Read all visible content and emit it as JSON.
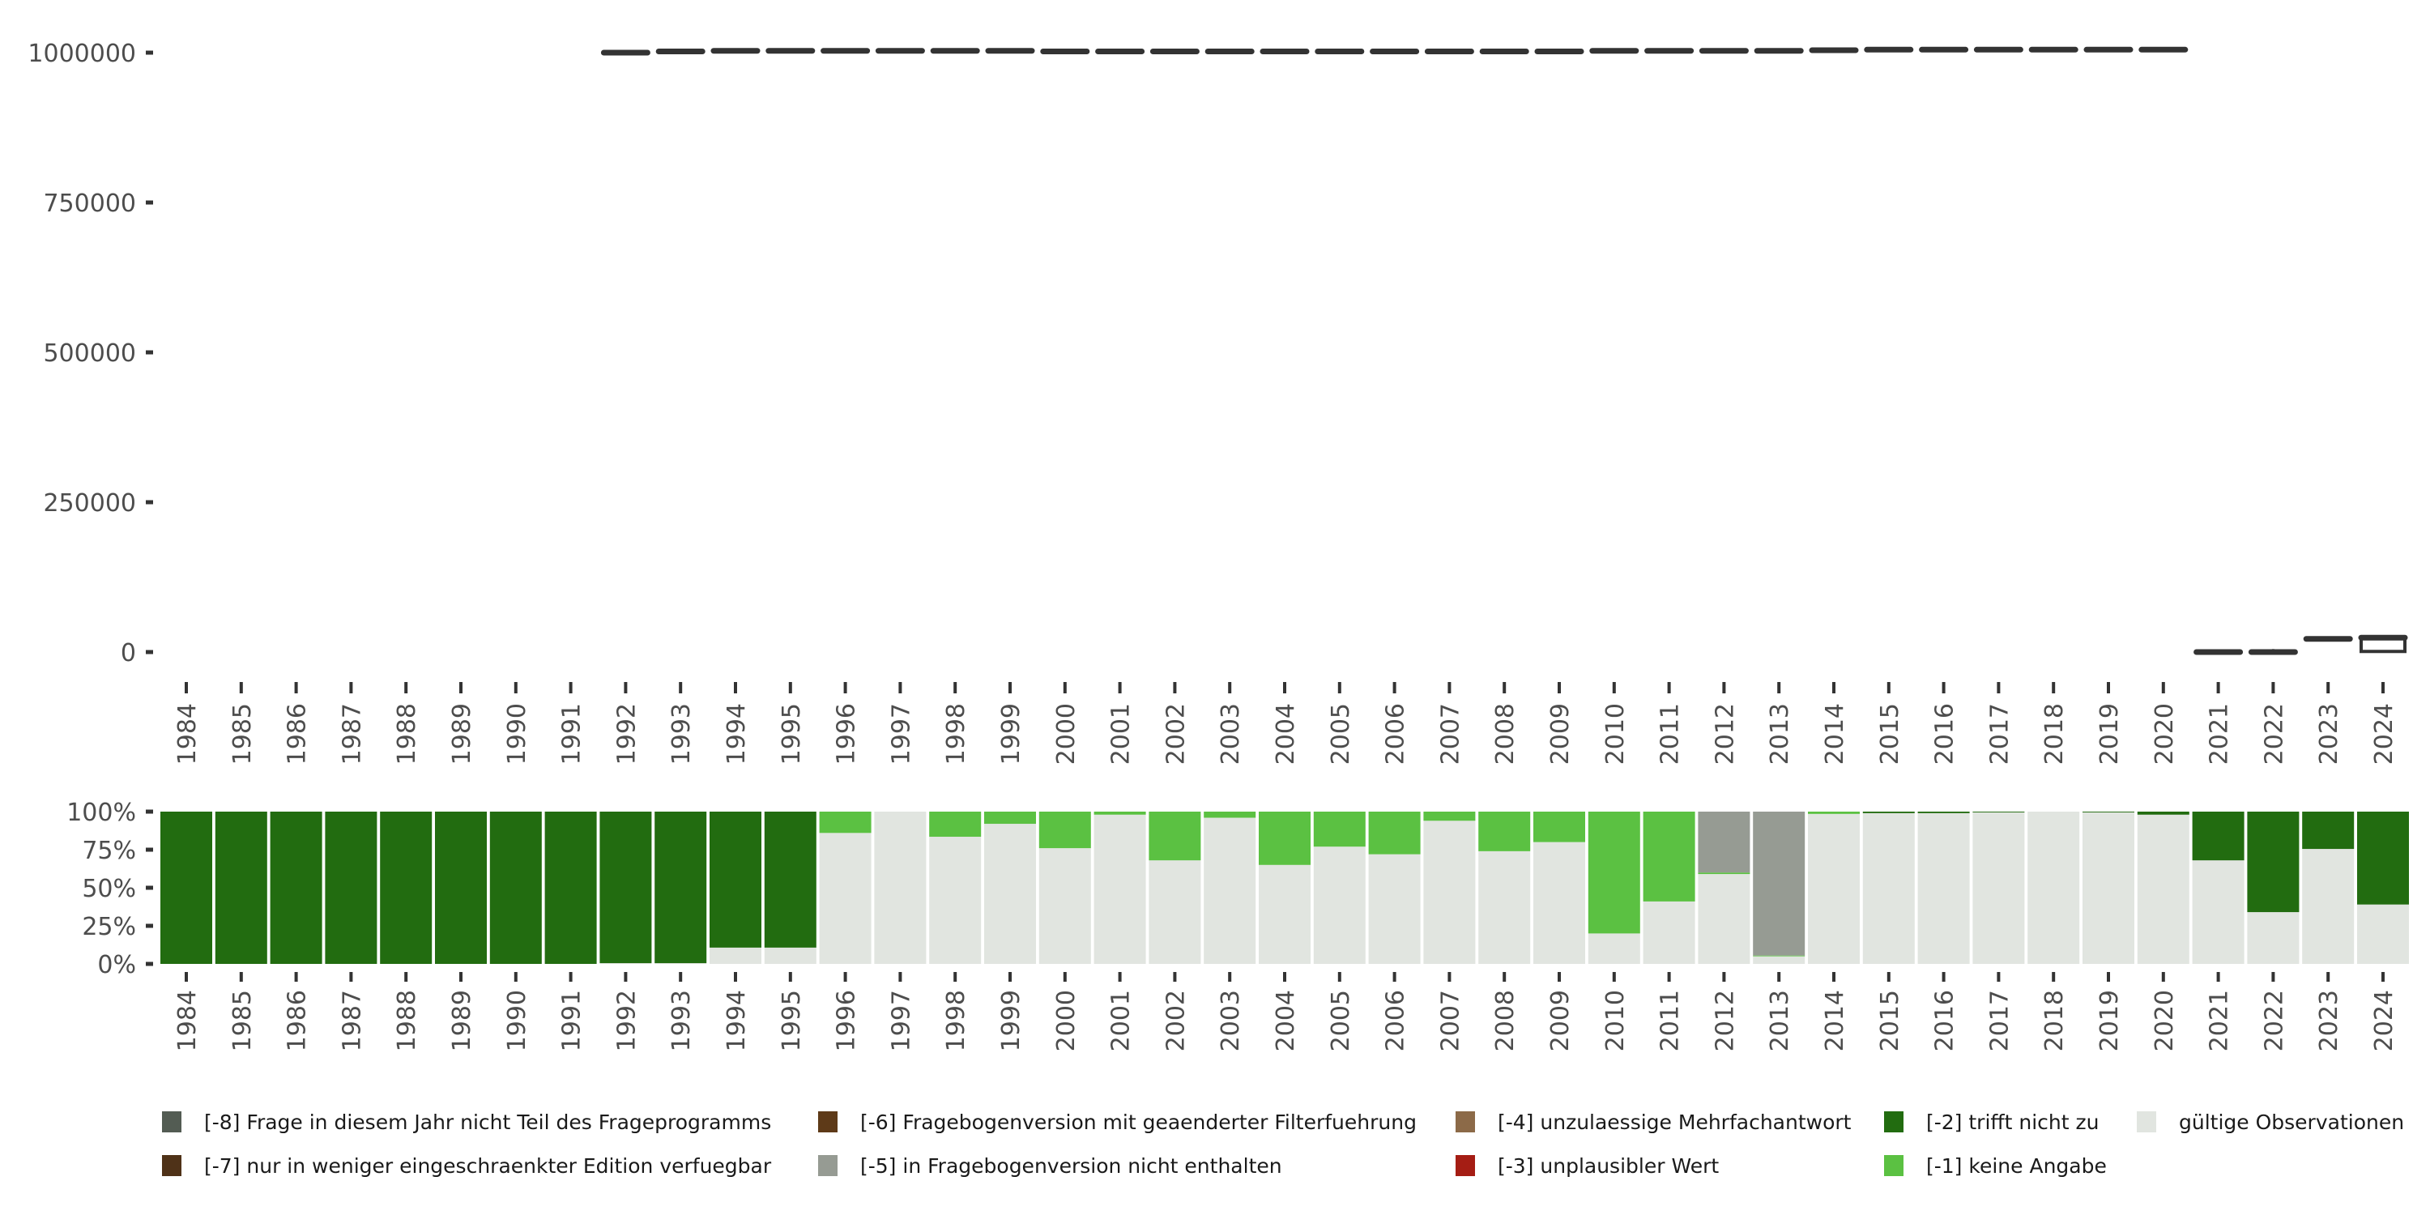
{
  "chart_data": [
    {
      "type": "boxplot",
      "title": "",
      "xlabel": "",
      "ylabel": "",
      "ylim": [
        0,
        1000000
      ],
      "y_ticks": [
        "0",
        "250000",
        "500000",
        "750000",
        "1000000"
      ],
      "y_tick_values": [
        0,
        250000,
        500000,
        750000,
        1000000
      ],
      "categories": [
        "1984",
        "1985",
        "1986",
        "1987",
        "1988",
        "1989",
        "1990",
        "1991",
        "1992",
        "1993",
        "1994",
        "1995",
        "1996",
        "1997",
        "1998",
        "1999",
        "2000",
        "2001",
        "2002",
        "2003",
        "2004",
        "2005",
        "2006",
        "2007",
        "2008",
        "2009",
        "2010",
        "2011",
        "2012",
        "2013",
        "2014",
        "2015",
        "2016",
        "2017",
        "2018",
        "2019",
        "2020",
        "2021",
        "2022",
        "2023",
        "2024"
      ],
      "median": [
        null,
        null,
        null,
        null,
        null,
        null,
        null,
        null,
        1000000,
        1002000,
        1003000,
        1003000,
        1003000,
        1003000,
        1003000,
        1003000,
        1002000,
        1002000,
        1002000,
        1002000,
        1002000,
        1002000,
        1002000,
        1002000,
        1002000,
        1002000,
        1003000,
        1003000,
        1003000,
        1003000,
        1004000,
        1005000,
        1005000,
        1005000,
        1005000,
        1005000,
        1005000,
        0,
        0,
        22000,
        24000
      ],
      "q1": [
        null,
        null,
        null,
        null,
        null,
        null,
        null,
        null,
        1000000,
        1002000,
        1003000,
        1003000,
        1003000,
        1003000,
        1003000,
        1003000,
        1002000,
        1002000,
        1002000,
        1002000,
        1002000,
        1002000,
        1002000,
        1002000,
        1002000,
        1002000,
        1003000,
        1003000,
        1003000,
        1003000,
        1004000,
        1005000,
        1005000,
        1005000,
        1005000,
        1005000,
        1005000,
        0,
        0,
        22000,
        1000
      ],
      "q3": [
        null,
        null,
        null,
        null,
        null,
        null,
        null,
        null,
        1000000,
        1002000,
        1003000,
        1003000,
        1003000,
        1003000,
        1003000,
        1003000,
        1002000,
        1002000,
        1002000,
        1002000,
        1002000,
        1002000,
        1002000,
        1002000,
        1002000,
        1002000,
        1003000,
        1003000,
        1003000,
        1003000,
        1004000,
        1005000,
        1005000,
        1005000,
        1005000,
        1005000,
        1005000,
        0,
        0,
        22000,
        25000
      ],
      "max": [
        null,
        null,
        null,
        null,
        null,
        null,
        null,
        null,
        1000000,
        1002000,
        1003000,
        1003000,
        1003000,
        1003000,
        1003000,
        1003000,
        1002000,
        1002000,
        1002000,
        1002000,
        1002000,
        1002000,
        1002000,
        1002000,
        1002000,
        1002000,
        1003000,
        1003000,
        1003000,
        1003000,
        1004000,
        1005000,
        1005000,
        1005000,
        1005000,
        1005000,
        1005000,
        4000,
        5000,
        22000,
        25000
      ],
      "grid": false
    },
    {
      "type": "bar",
      "stacked": true,
      "title": "",
      "xlabel": "",
      "ylabel": "",
      "ylim": [
        0,
        1
      ],
      "y_ticks": [
        "0%",
        "25%",
        "50%",
        "75%",
        "100%"
      ],
      "y_tick_values": [
        0,
        0.25,
        0.5,
        0.75,
        1
      ],
      "categories": [
        "1984",
        "1985",
        "1986",
        "1987",
        "1988",
        "1989",
        "1990",
        "1991",
        "1992",
        "1993",
        "1994",
        "1995",
        "1996",
        "1997",
        "1998",
        "1999",
        "2000",
        "2001",
        "2002",
        "2003",
        "2004",
        "2005",
        "2006",
        "2007",
        "2008",
        "2009",
        "2010",
        "2011",
        "2012",
        "2013",
        "2014",
        "2015",
        "2016",
        "2017",
        "2018",
        "2019",
        "2020",
        "2021",
        "2022",
        "2023",
        "2024"
      ],
      "series": [
        {
          "name": "gültige Observationen",
          "color": "#e1e5e0",
          "values": [
            0,
            0,
            0,
            0,
            0,
            0,
            0,
            0,
            0.005,
            0.005,
            0.107,
            0.107,
            0.86,
            1.0,
            0.835,
            0.92,
            0.76,
            0.98,
            0.68,
            0.96,
            0.65,
            0.77,
            0.72,
            0.94,
            0.74,
            0.8,
            0.2,
            0.41,
            0.59,
            0.05,
            0.985,
            0.99,
            0.99,
            0.995,
            1.0,
            0.995,
            0.98,
            0.68,
            0.34,
            0.755,
            0.39
          ]
        },
        {
          "name": "[-1] keine Angabe",
          "color": "#5bc142",
          "values": [
            0,
            0,
            0,
            0,
            0,
            0,
            0,
            0,
            0,
            0,
            0,
            0,
            0.14,
            0,
            0.165,
            0.08,
            0.24,
            0.02,
            0.32,
            0.04,
            0.35,
            0.23,
            0.28,
            0.06,
            0.26,
            0.2,
            0.8,
            0.59,
            0.01,
            0.005,
            0.015,
            0,
            0,
            0,
            0,
            0,
            0,
            0,
            0,
            0,
            0
          ]
        },
        {
          "name": "[-2] trifft nicht zu",
          "color": "#226c10",
          "values": [
            1,
            1,
            1,
            1,
            1,
            1,
            1,
            1,
            0.995,
            0.995,
            0.893,
            0.893,
            0,
            0,
            0,
            0,
            0,
            0,
            0,
            0,
            0,
            0,
            0,
            0,
            0,
            0,
            0,
            0,
            0,
            0,
            0,
            0.01,
            0.01,
            0.005,
            0,
            0.005,
            0.02,
            0.32,
            0.66,
            0.245,
            0.61
          ]
        },
        {
          "name": "[-5] in Fragebogenversion nicht enthalten",
          "color": "#969b93",
          "values": [
            0,
            0,
            0,
            0,
            0,
            0,
            0,
            0,
            0,
            0,
            0,
            0,
            0,
            0,
            0,
            0,
            0,
            0,
            0,
            0,
            0,
            0,
            0,
            0,
            0,
            0,
            0,
            0,
            0.4,
            0.945,
            0,
            0,
            0,
            0,
            0,
            0,
            0,
            0,
            0,
            0,
            0
          ]
        }
      ],
      "legend_position": "bottom"
    }
  ],
  "legend": [
    {
      "label": "[-8] Frage in diesem Jahr nicht Teil des Frageprogramms",
      "color": "#535c53"
    },
    {
      "label": "[-7] nur in weniger eingeschraenkter Edition verfuegbar",
      "color": "#4f3218"
    },
    {
      "label": "[-6] Fragebogenversion mit geaenderter Filterfuehrung",
      "color": "#5e3a18"
    },
    {
      "label": "[-5] in Fragebogenversion nicht enthalten",
      "color": "#969b93"
    },
    {
      "label": "[-4] unzulaessige Mehrfachantwort",
      "color": "#8c6a48"
    },
    {
      "label": "[-3] unplausibler Wert",
      "color": "#a51d14"
    },
    {
      "label": "[-2] trifft nicht zu",
      "color": "#226c10"
    },
    {
      "label": "[-1] keine Angabe",
      "color": "#5bc142"
    },
    {
      "label": "gültige Observationen",
      "color": "#e1e5e0"
    }
  ]
}
